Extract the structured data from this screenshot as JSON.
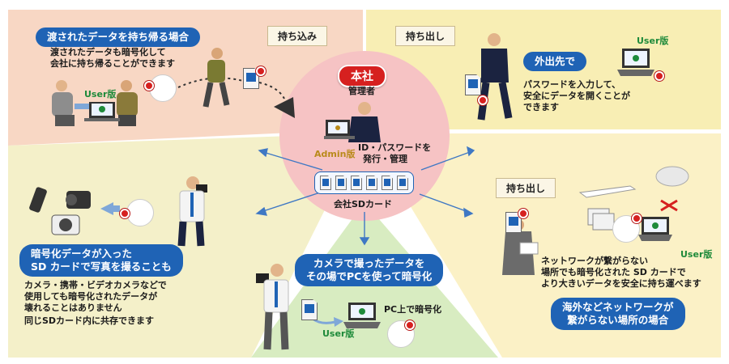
{
  "hq": {
    "badge": "本社",
    "admin": "管理者",
    "admin_edition": "Admin版",
    "admin_desc_1": "ID・パスワードを",
    "admin_desc_2": "発行・管理",
    "sd_label": "会社SDカード",
    "sd_card_text": "SD"
  },
  "top_left": {
    "tag": "持ち込み",
    "bubble": "渡されたデータを持ち帰る場合",
    "line1": "渡されたデータも暗号化して",
    "line2": "会社に持ち帰ることができます",
    "user_edition": "User版"
  },
  "top_right": {
    "tag": "持ち出し",
    "bubble": "外出先で",
    "line1": "パスワードを入力して、",
    "line2": "安全にデータを開くことが",
    "line3": "できます",
    "user_edition": "User版"
  },
  "mid_right": {
    "tag": "持ち出し",
    "line1": "ネットワークが繋がらない",
    "line2": "場所でも暗号化された SD カードで",
    "line3": "より大きいデータを安全に持ち運べます",
    "bubble_1": "海外などネットワークが",
    "bubble_2": "繋がらない場所の場合",
    "user_edition": "User版"
  },
  "left": {
    "bubble_1": "暗号化データが入った",
    "bubble_2": "SD カードで写真を撮ることも",
    "line1": "カメラ・携帯・ビデオカメラなどで",
    "line2": "使用しても暗号化されたデータが",
    "line3": "壊れることはありません",
    "line4": "同じSDカード内に共存できます"
  },
  "bottom": {
    "bubble_1": "カメラで撮ったデータを",
    "bubble_2": "その場でPCを使って暗号化",
    "pc_label": "PC上で暗号化",
    "user_edition": "User版"
  },
  "colors": {
    "top_left_bg": "#f8d7c4",
    "top_right_bg": "#f8eeb4",
    "right_bg": "#fbf1c6",
    "left_bg": "#f4f0c9",
    "bottom_bg": "#d8ecc1",
    "center_bg": "#f6c3c4",
    "accent_blue": "#1f63b5",
    "accent_red": "#d6201f",
    "user_green": "#1e8a3a"
  }
}
